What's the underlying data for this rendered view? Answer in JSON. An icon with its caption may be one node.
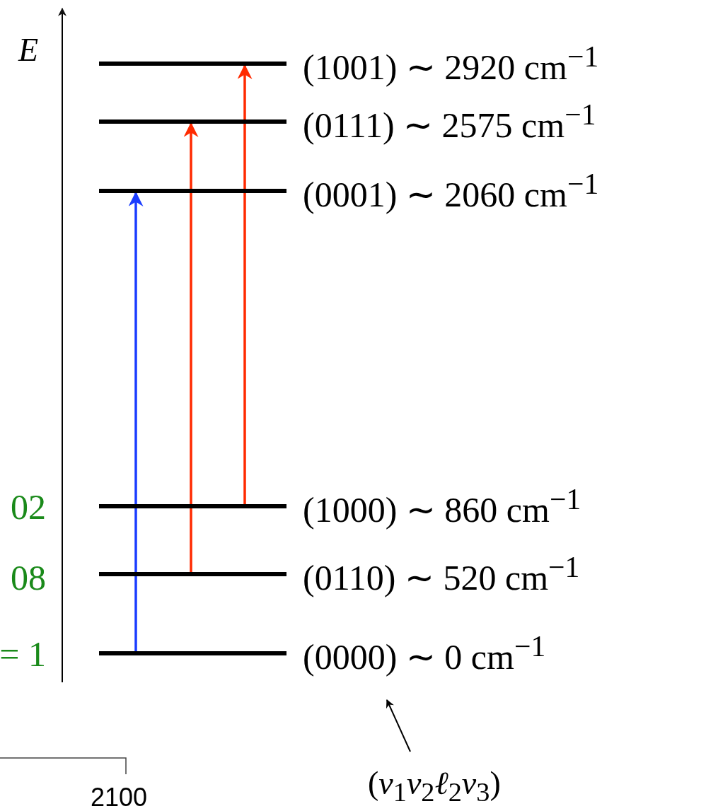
{
  "diagram": {
    "nodes": [
      {
        "text": [
          "(1001) ∼ 2920 cm$^{−1}$"
        ]
      },
      {
        "text": [
          "(0111) ∼ 2575 cm$^{−1}$"
        ]
      },
      {
        "text": [
          "(0001) ∼ 2060 cm$^{−1}$"
        ]
      },
      {
        "text": [
          "(1000) ∼ 860 cm$^{−1}$"
        ]
      },
      {
        "text": [
          "(0110) ∼ 520 cm$^{−1}$"
        ]
      },
      {
        "text": [
          "(0000) ∼ 0 cm$^{−1}$"
        ]
      },
      {
        "text": [
          "(*v*$_{1}$*v*$_{2}$*ℓ*$_{2}$*v*$_{3}$)"
        ]
      }
    ],
    "edges": [
      {
        "from": 5,
        "to": 2,
        "arrow": "to",
        "color": "#1a3cff"
      },
      {
        "from": 4,
        "to": 1,
        "arrow": "to",
        "color": "#ff2a00"
      },
      {
        "from": 3,
        "to": 0,
        "arrow": "to",
        "color": "#ff2a00"
      },
      {
        "from": 6,
        "to": 5,
        "arrow": "to",
        "color": "#000000"
      }
    ],
    "labels": [
      "E",
      "02",
      "08",
      "= 1",
      "2100"
    ]
  }
}
